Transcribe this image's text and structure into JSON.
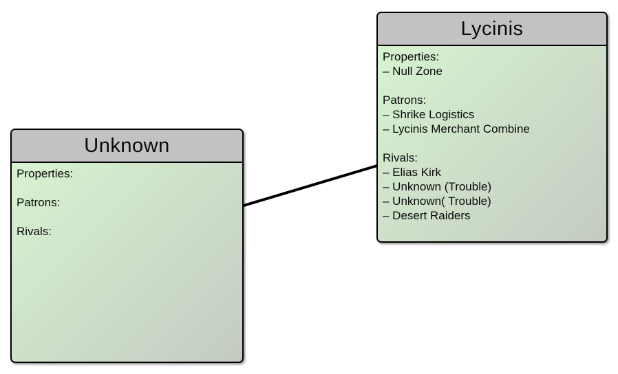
{
  "colors": {
    "canvas_bg": "#ffffff",
    "node_header_bg": "#c2c2c2",
    "node_body_gradient_start": "#d9f6d2",
    "node_body_gradient_end": "#c4cbc2",
    "node_border": "#000000",
    "edge_color": "#000000"
  },
  "nodes": [
    {
      "id": "unknown",
      "title": "Unknown",
      "lines": [
        "Properties:",
        "",
        "Patrons:",
        "",
        "Rivals:"
      ]
    },
    {
      "id": "lycinis",
      "title": "Lycinis",
      "lines": [
        "Properties:",
        "– Null Zone",
        "",
        "Patrons:",
        "– Shrike Logistics",
        "– Lycinis Merchant Combine",
        "",
        "Rivals:",
        "– Elias Kirk",
        "– Unknown (Trouble)",
        "– Unknown( Trouble)",
        "– Desert Raiders"
      ]
    }
  ],
  "edge": {
    "from": "unknown",
    "to": "lycinis"
  }
}
